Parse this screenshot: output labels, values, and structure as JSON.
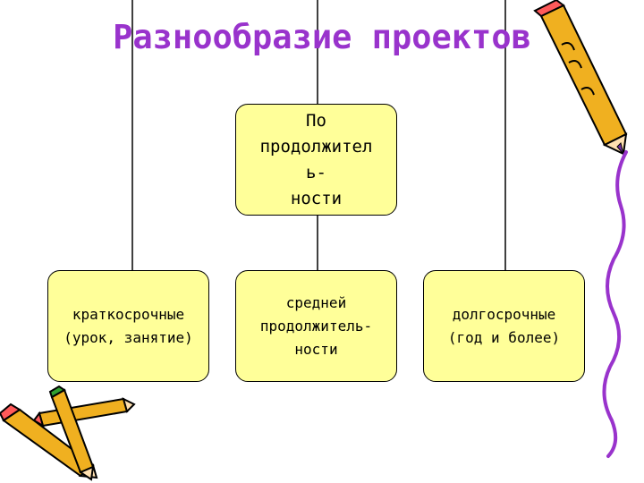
{
  "title": "Разнообразие проектов",
  "top_node": {
    "label": "По\nпродолжител\nь-\nности"
  },
  "children": [
    {
      "label": "краткосрочные\n(урок, занятие)"
    },
    {
      "label": "средней\nпродолжитель-\nности"
    },
    {
      "label": "долгосрочные\n(год и более)"
    }
  ],
  "colors": {
    "title": "#9933cc",
    "box_fill": "#ffff99",
    "pencil_body": "#f0b020",
    "decor_line": "#9933cc"
  },
  "icons": [
    "pencil-icon",
    "pencils-icon"
  ]
}
